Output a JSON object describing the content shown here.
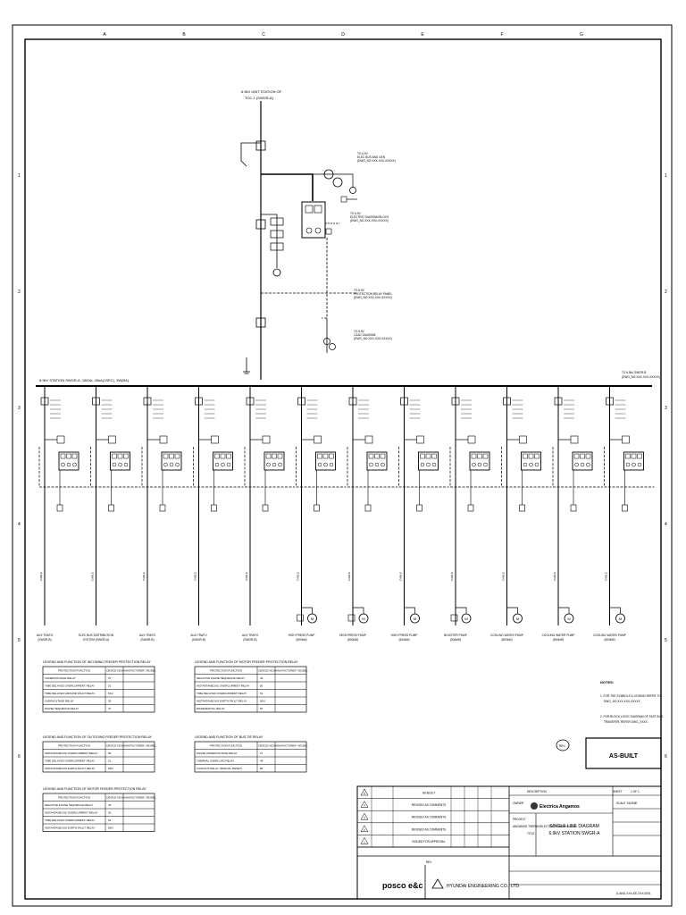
{
  "border": {
    "column_labels": [
      "A",
      "B",
      "C",
      "D",
      "E",
      "F",
      "G"
    ],
    "row_labels": [
      "1",
      "2",
      "3",
      "4",
      "5",
      "6"
    ]
  },
  "top_feed": {
    "label_1": "6.9kV UNIT STATION OF",
    "label_2": "TOC 1 (SWGR-A)"
  },
  "bus": {
    "label": "6.9kV STATION SWGR-A, 1600A, 40kA(1SEC), 3W(BA)",
    "right_label": "TO 6.9kV SWGR-B",
    "right_label_2": "(DWG_NO.XXX-XXX-XXXXX)"
  },
  "incomer_notes": {
    "to_relay_panel": "TO 6.9V",
    "to_relay_panel_2": "ELEC BUS AND GEN",
    "to_relay_panel_3": "(DWG_NO.XXX-XXX-XXXXX)",
    "to_block": "TO 6.9V",
    "to_block_2": "ELECTRIC DIAGRAM BLOCK",
    "to_block_3": "(DWG_NO.XXX-XXX-XXXXX)",
    "to_prot": "TO 6.9V",
    "to_prot_2": "PROTECTION RELAY PANEL",
    "to_prot_3": "(DWG_NO.XXX-XXX-XXXXX)",
    "to_grid": "TO 6.9V",
    "to_grid_2": "LOAD DIAGRAM",
    "to_grid_3": "(DWG_NO.XXX-XXX-XXXXX)"
  },
  "feeders": [
    {
      "load_1": "AUX TRAFO",
      "load_2": "(SWGR-B)"
    },
    {
      "load_1": "ELEC BUS DISTRIBUTION",
      "load_2": "SYSTEM (SWGR-A)"
    },
    {
      "load_1": "AUX TRAFO",
      "load_2": "(SWGR-B)"
    },
    {
      "load_1": "AUX TRAFO",
      "load_2": "(SWGR-B)"
    },
    {
      "load_1": "AUX TRAFO",
      "load_2": "(SWGR-B)"
    },
    {
      "load_1": "HIGH PRESS PUMP",
      "load_2": "(500kW)"
    },
    {
      "load_1": "HIGH PRESS PUMP",
      "load_2": "(500kW)"
    },
    {
      "load_1": "HIGH PRESS PUMP",
      "load_2": "(500kW)"
    },
    {
      "load_1": "BOOSTER PUMP",
      "load_2": "(500kW)"
    },
    {
      "load_1": "COOLING WATER PUMP",
      "load_2": "(500kW)"
    },
    {
      "load_1": "COOLING WATER PUMP",
      "load_2": "(500kW)"
    },
    {
      "load_1": "COOLING WATER PUMP",
      "load_2": "(500kW)"
    }
  ],
  "legend_tables": [
    {
      "title": "LEGEND AND FUNCTION OF INCOMING FEEDER PROTECTION RELAY",
      "headers": [
        "PROTECTION FUNCTION",
        "DEVICE NO.",
        "MANUFACTURER / MODEL"
      ],
      "rows": [
        [
          "UNDERVOLTAGE RELAY",
          "27",
          ""
        ],
        [
          "TIME DELAYED OVERCURRENT RELAY",
          "51",
          ""
        ],
        [
          "TIME DELAYED GROUND FAULT RELAY",
          "51G",
          ""
        ],
        [
          "OVERVOLTAGE RELAY",
          "59",
          ""
        ],
        [
          "PHASE SEQUENCE RELAY",
          "47",
          ""
        ]
      ]
    },
    {
      "title": "LEGEND AND FUNCTION OF OUTGOING FEEDER PROTECTION RELAY",
      "headers": [
        "PROTECTION FUNCTION",
        "DEVICE NO.",
        "MANUFACTURER / MODEL"
      ],
      "rows": [
        [
          "INSTANTANEOUS OVERCURRENT RELAY",
          "50",
          ""
        ],
        [
          "TIME DELAYED OVERCURRENT RELAY",
          "51",
          ""
        ],
        [
          "INSTANTANEOUS EARTH FAULT RELAY",
          "50N",
          ""
        ]
      ]
    },
    {
      "title": "LEGEND AND FUNCTION OF MOTOR FEEDER PROTECTION RELAY",
      "headers": [
        "PROTECTION FUNCTION",
        "DEVICE NO.",
        "MANUFACTURER / MODEL"
      ],
      "rows": [
        [
          "NEGATIVE PHASE SEQUENCE RELAY",
          "46",
          ""
        ],
        [
          "INSTANTANEOUS OVERCURRENT RELAY",
          "50",
          ""
        ],
        [
          "TIME DELAYED OVERCURRENT RELAY",
          "51",
          ""
        ],
        [
          "INSTANTANEOUS EARTH FAULT RELAY",
          "50N",
          ""
        ]
      ]
    },
    {
      "title": "LEGEND AND FUNCTION OF MOTOR FEEDER PROTECTION RELAY",
      "headers": [
        "PROTECTION FUNCTION",
        "DEVICE NO.",
        "MANUFACTURER / MODEL"
      ],
      "rows": [
        [
          "NEGATIVE PHASE SEQUENCE RELAY",
          "46",
          ""
        ],
        [
          "INSTANTANEOUS OVERCURRENT RELAY",
          "50",
          ""
        ],
        [
          "TIME DELAYED OVERCURRENT RELAY",
          "51",
          ""
        ],
        [
          "INSTANTANEOUS EARTH FAULT RELAY",
          "50N",
          ""
        ],
        [
          "DIFFERENTIAL RELAY",
          "87",
          ""
        ]
      ]
    },
    {
      "title": "LEGEND AND FUNCTION OF BUS-TIE RELAY",
      "headers": [
        "PROTECTION FUNCTION",
        "DEVICE NO.",
        "MANUFACTURER / MODEL"
      ],
      "rows": [
        [
          "PHASE UNDERVOLTAGE RELAY",
          "27",
          ""
        ],
        [
          "THERMAL OVERLOAD RELAY",
          "49",
          ""
        ],
        [
          "LOCKOUT RELAY (MANUAL RESET)",
          "86",
          ""
        ]
      ]
    }
  ],
  "notes": {
    "heading": "NOTES:",
    "n1": "1. FOR THE SYMBOLS & LEGEND REFER TO",
    "n1b": "DWG_NO.XXX-XXX-XXXXX",
    "n2": "2. FOR BLOCK LOGIC DIAGRAM OF FAST BUS",
    "n2b": "TRANSFER, REFER DWG_XXXX."
  },
  "stamp": "AS-BUILT",
  "title_block": {
    "revisions": [
      {
        "rev": "5",
        "desc": "AS-BUILT"
      },
      {
        "rev": "4",
        "desc": "REVISED AS COMMENTS"
      },
      {
        "rev": "3",
        "desc": "REVISED AS COMMENTS"
      },
      {
        "rev": "2",
        "desc": "REVISED AS COMMENTS"
      },
      {
        "rev": "1",
        "desc": "ISSUED FOR APPROVAL"
      }
    ],
    "rev_header": "REV",
    "company": "Electrica Angamos",
    "owner_label": "OWNER",
    "project_label": "PROJECT",
    "project": "ANGAMOS THERMOELECTRIC POWER PLANT",
    "title_label": "TITLE",
    "title_1": "SINGLE LINE DIAGRAM",
    "title_2": "6.9kV STATION SWGR-A",
    "scale_label": "SCALE",
    "scale_value": "NONE",
    "drawing_no": "D-ANG-XXX-EE-XXX-0001",
    "contractor_1": "posco e&c",
    "contractor_2": "HYUNDAI ENGINEERING CO., LTD.",
    "description_header": "DESCRIPTION",
    "sheet_label": "SHEET",
    "sheet_value": "1 OF 1"
  }
}
